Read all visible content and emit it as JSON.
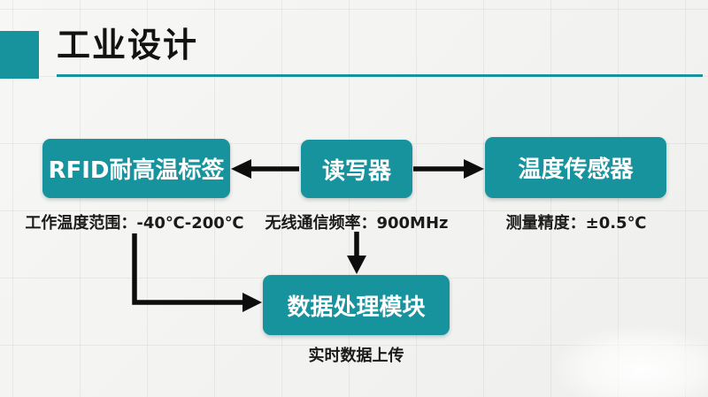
{
  "slide": {
    "title": "工业设计",
    "accent_color": "#16939D"
  },
  "nodes": [
    {
      "id": "rfid-tag",
      "label": "RFID耐高温标签",
      "note": "工作温度范围：-40℃-200℃"
    },
    {
      "id": "reader",
      "label": "读写器",
      "note": "无线通信频率：900MHz"
    },
    {
      "id": "temp-sensor",
      "label": "温度传感器",
      "note": "测量精度：±0.5℃"
    },
    {
      "id": "data-module",
      "label": "数据处理模块",
      "note": "实时数据上传"
    }
  ],
  "connections": [
    {
      "from": "reader",
      "to": "rfid-tag",
      "direction": "left"
    },
    {
      "from": "reader",
      "to": "temp-sensor",
      "direction": "right"
    },
    {
      "from": "reader",
      "to": "data-module",
      "direction": "down"
    },
    {
      "from": "rfid-tag",
      "to": "data-module",
      "direction": "down-then-right"
    }
  ]
}
